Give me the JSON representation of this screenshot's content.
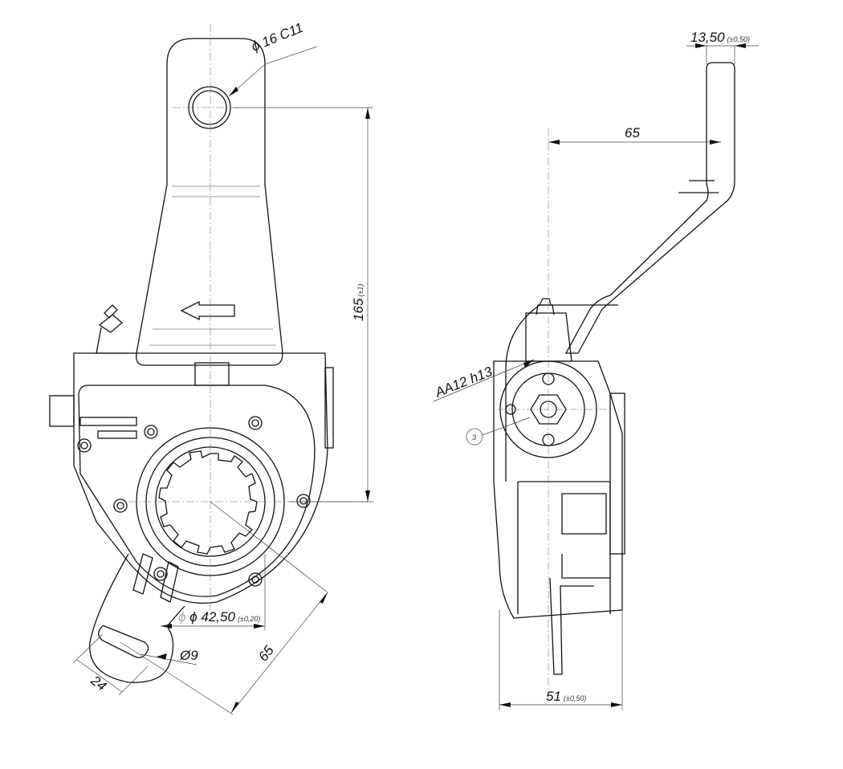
{
  "front_view": {
    "bore_dim": "ϕ 16 C11",
    "height_dim": "165",
    "height_tol": "(±1)",
    "spline_dim": "ϕ 42,50",
    "spline_tol": "(±0,20)",
    "hole_dim": "Ø9",
    "slot_dim": "24",
    "radius_dim": "65"
  },
  "side_view": {
    "arm_width_dim": "13,50",
    "arm_width_tol": "(±0,50)",
    "offset_dim": "65",
    "hex_dim": "AA12 h13",
    "callout": "3",
    "width_dim": "51",
    "width_tol": "(±0,50)"
  }
}
